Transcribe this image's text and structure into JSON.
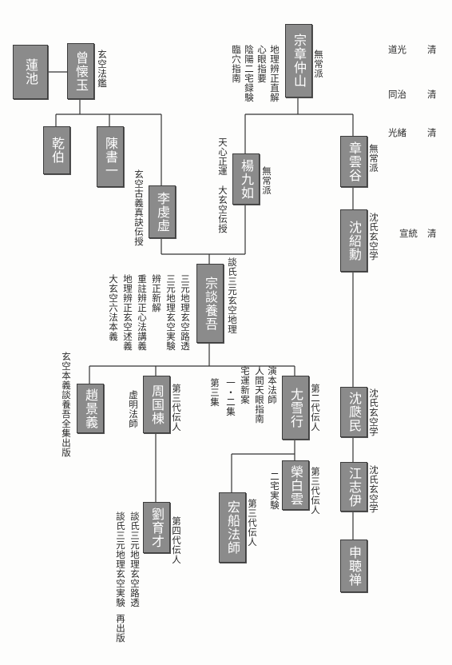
{
  "persons": {
    "lianchi": "蓮池",
    "zeng": "曾懐玉",
    "qianbo": "乾伯",
    "chen": "陳書一",
    "li": "李虔虚",
    "zhang_zs": "宗章仲山",
    "yang": "楊九如",
    "zhang_yg": "章雲谷",
    "shen_sx": "沈紹勳",
    "tan": "宗談養吾",
    "zhao": "趙景義",
    "zhou": "周国棟",
    "you": "尢雪行",
    "shen_zm": "沈瓞民",
    "jiang": "江志伊",
    "rong": "榮白雲",
    "hong": "宏船法師",
    "liu": "劉育才",
    "shen_tc": "申聴禅"
  },
  "notes": {
    "zeng_book": "玄空法鑑",
    "zhang_zs_school": "無常派",
    "zhang_zs_book1": "地理辨正直解",
    "zhang_zs_book2": "心眼指要",
    "zhang_zs_book3": "陰陽二宅録験",
    "zhang_zs_book4": "臨穴指南",
    "yang_book1": "天心正運",
    "yang_book2": "大玄空伝授",
    "yang_school": "無常派",
    "zhang_yg_school": "無常派",
    "li_book": "玄空古義真訣伝授",
    "shen_sx_school": "沈氏玄空学",
    "tan_book": "談氏三元玄空地理",
    "tan_works1": "三元地理玄空路透",
    "tan_works2": "三元地理玄空実験",
    "tan_works3": "辨正新解",
    "tan_works4": "重註辨正心法講義",
    "tan_works5": "地理辨正玄空述義",
    "tan_works6": "大玄空六法本義",
    "zhao_book": "玄空本義談養吾全集出版",
    "zhou_gen": "第三代伝人",
    "zhou_master": "虚明法師",
    "you_gen": "第二代伝人",
    "you_works1": "演本法師",
    "you_works2": "人間天眼指南",
    "you_works3": "宅運新案",
    "you_works4": "一・二集",
    "you_works5": "第三集",
    "shen_zm_school": "沈氏玄空学",
    "jiang_school": "沈氏玄空学",
    "rong_gen": "第三代伝人",
    "rong_book": "二宅実験",
    "hong_gen": "第三代伝人",
    "liu_gen": "第四代伝人",
    "liu_book1": "談氏三元地理玄空路透",
    "liu_book2": "談氏三元地理玄空実験",
    "liu_book3": "再出版"
  },
  "eras": {
    "r1_name": "道光",
    "r1_dyn": "清",
    "r2_name": "同治",
    "r2_dyn": "清",
    "r3_name": "光緒",
    "r3_dyn": "清",
    "r4_name": "宣統",
    "r4_dyn": "清"
  }
}
